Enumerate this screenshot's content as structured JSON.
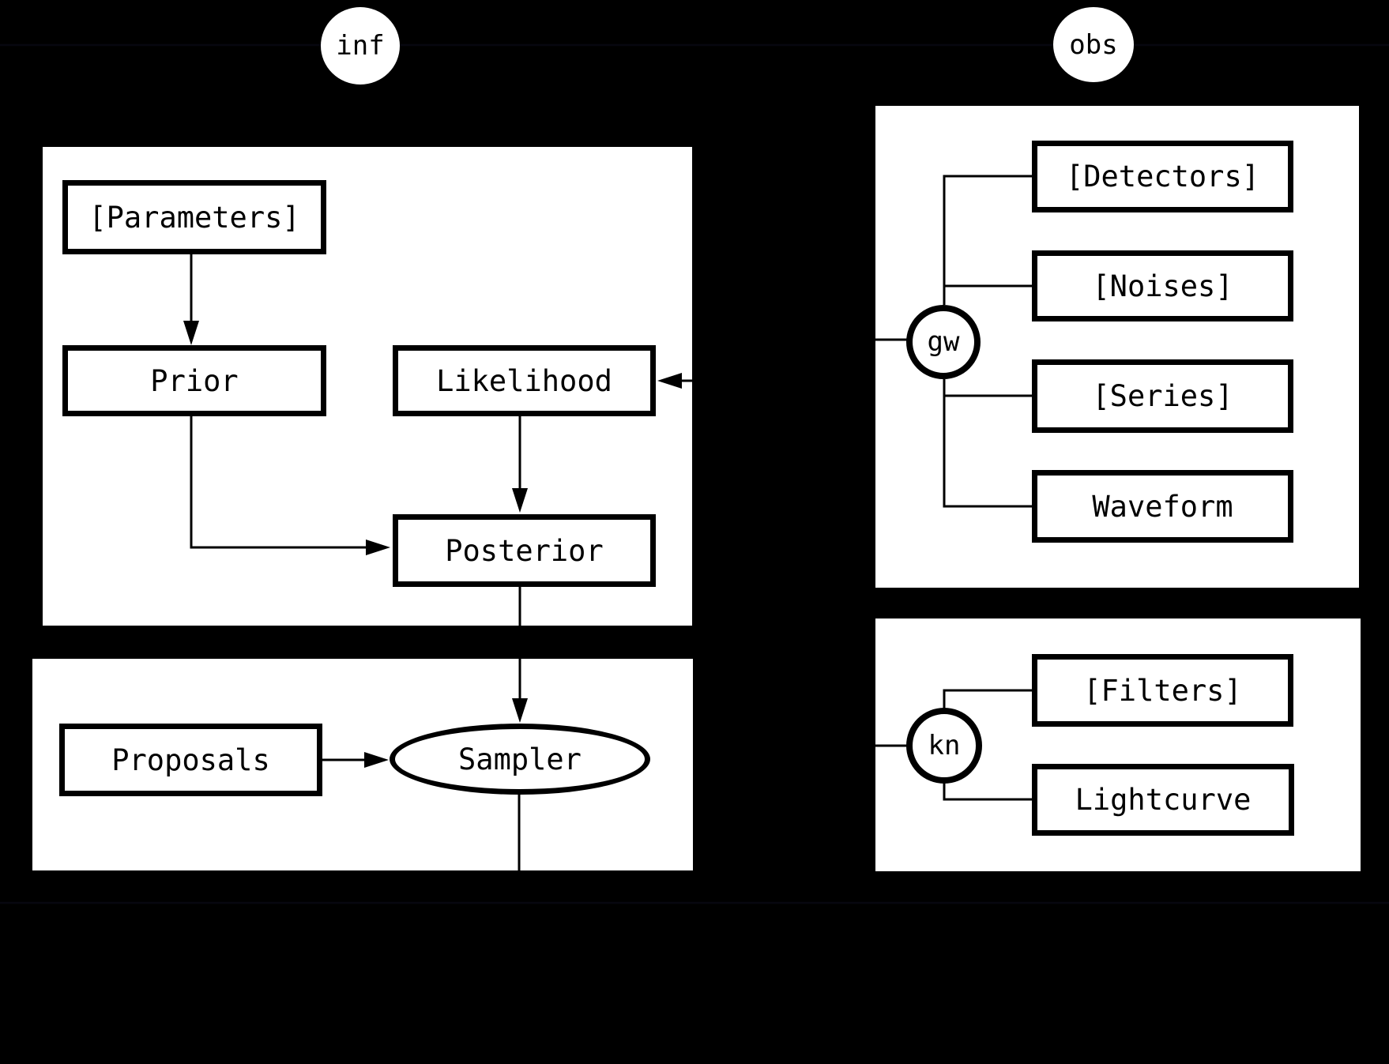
{
  "canvas": {
    "background_color": "#000000",
    "panel_color": "#ffffff",
    "line_color": "#000000",
    "faint_edge_color": "#07070f"
  },
  "badges": {
    "inf": "inf",
    "obs": "obs",
    "gw": "gw",
    "kn": "kn"
  },
  "inference_panel": {
    "nodes": {
      "parameters": "[Parameters]",
      "prior": "Prior",
      "likelihood": "Likelihood",
      "posterior": "Posterior"
    }
  },
  "sampling_panel": {
    "nodes": {
      "proposals": "Proposals",
      "sampler": "Sampler"
    }
  },
  "gw_panel": {
    "nodes": {
      "detectors": "[Detectors]",
      "noises": "[Noises]",
      "series": "[Series]",
      "waveform": "Waveform"
    }
  },
  "kn_panel": {
    "nodes": {
      "filters": "[Filters]",
      "lightcurve": "Lightcurve"
    }
  }
}
